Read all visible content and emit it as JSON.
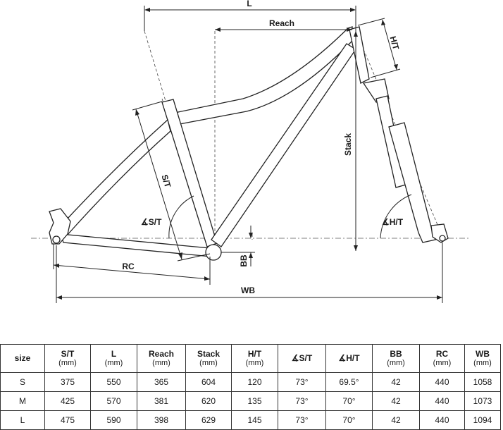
{
  "diagram": {
    "labels": {
      "L": "L",
      "reach": "Reach",
      "ht": "H/T",
      "stack": "Stack",
      "st": "S/T",
      "st_angle": "∡S/T",
      "ht_angle": "∡H/T",
      "bb": "BB",
      "rc": "RC",
      "wb": "WB"
    }
  },
  "table": {
    "columns": [
      {
        "label": "size",
        "unit": ""
      },
      {
        "label": "S/T",
        "unit": "(mm)"
      },
      {
        "label": "L",
        "unit": "(mm)"
      },
      {
        "label": "Reach",
        "unit": "(mm)"
      },
      {
        "label": "Stack",
        "unit": "(mm)"
      },
      {
        "label": "H/T",
        "unit": "(mm)"
      },
      {
        "label": "∡S/T",
        "unit": ""
      },
      {
        "label": "∡H/T",
        "unit": ""
      },
      {
        "label": "BB",
        "unit": "(mm)"
      },
      {
        "label": "RC",
        "unit": "(mm)"
      },
      {
        "label": "WB",
        "unit": "(mm)"
      }
    ],
    "rows": [
      [
        "S",
        "375",
        "550",
        "365",
        "604",
        "120",
        "73°",
        "69.5°",
        "42",
        "440",
        "1058"
      ],
      [
        "M",
        "425",
        "570",
        "381",
        "620",
        "135",
        "73°",
        "70°",
        "42",
        "440",
        "1073"
      ],
      [
        "L",
        "475",
        "590",
        "398",
        "629",
        "145",
        "73°",
        "70°",
        "42",
        "440",
        "1094"
      ]
    ]
  }
}
